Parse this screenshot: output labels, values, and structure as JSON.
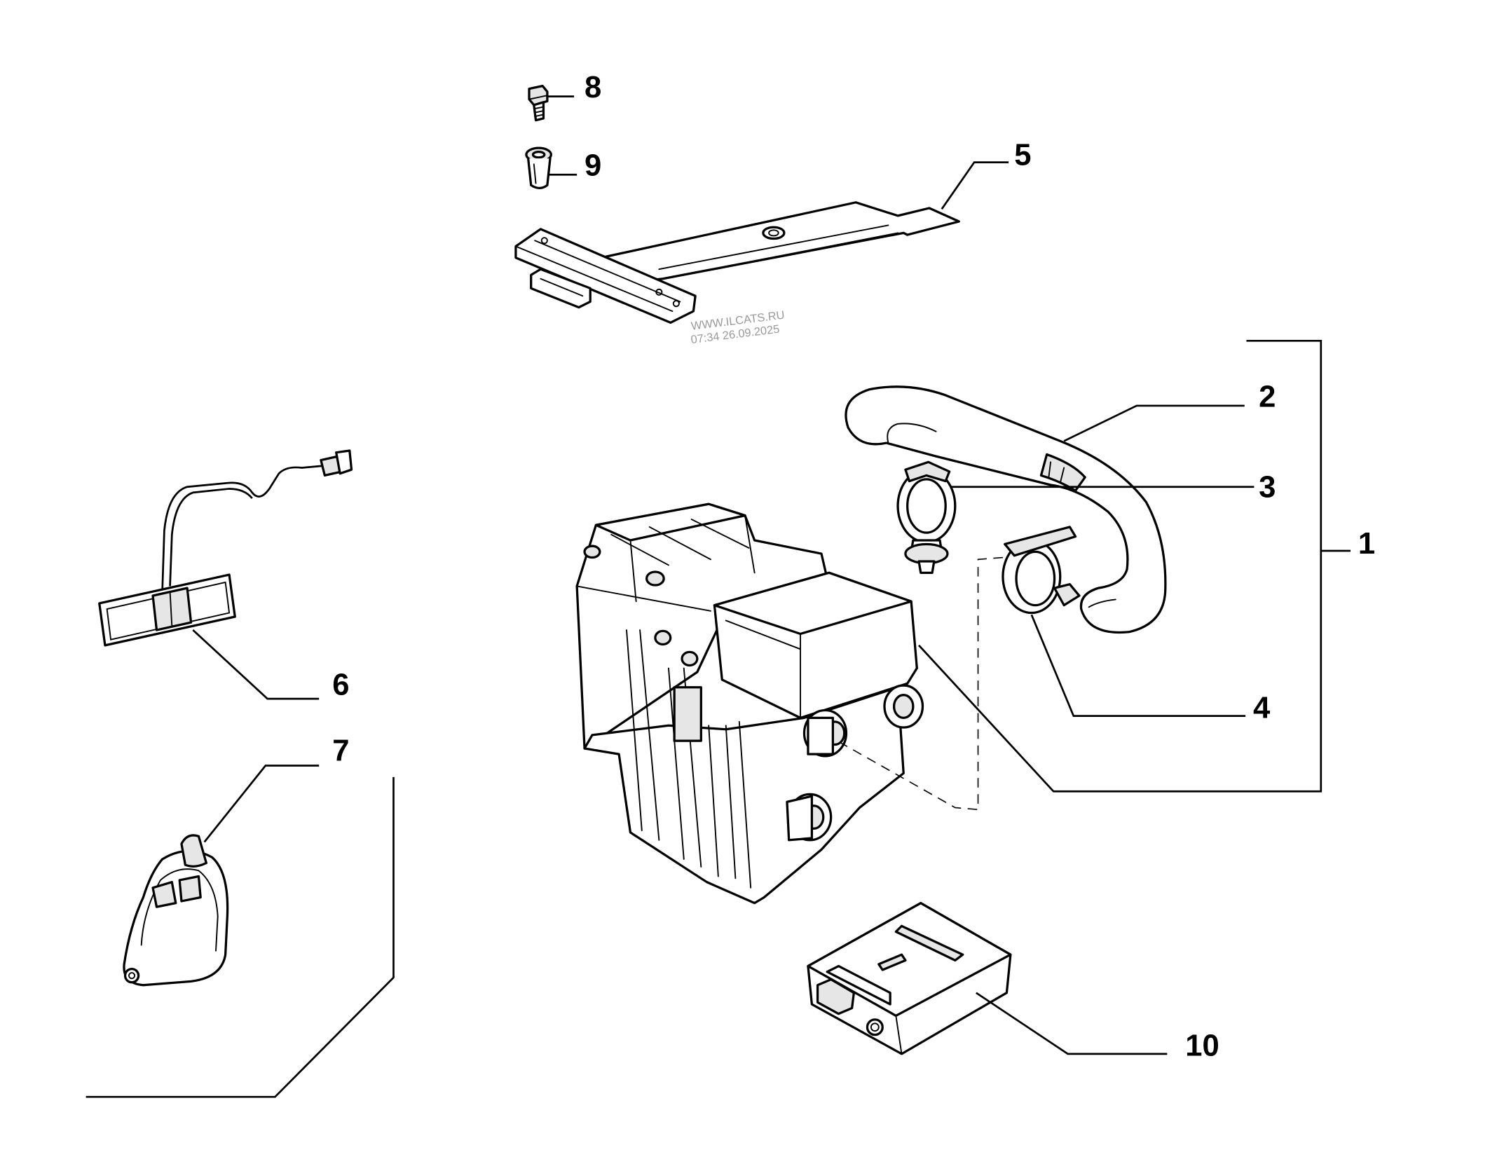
{
  "callouts": {
    "c1": "1",
    "c2": "2",
    "c3": "3",
    "c4": "4",
    "c5": "5",
    "c6": "6",
    "c7": "7",
    "c8": "8",
    "c9": "9",
    "c10": "10"
  },
  "watermark": {
    "line1": "WWW.ILCATS.RU",
    "line2": "07:34 26.09.2025"
  }
}
